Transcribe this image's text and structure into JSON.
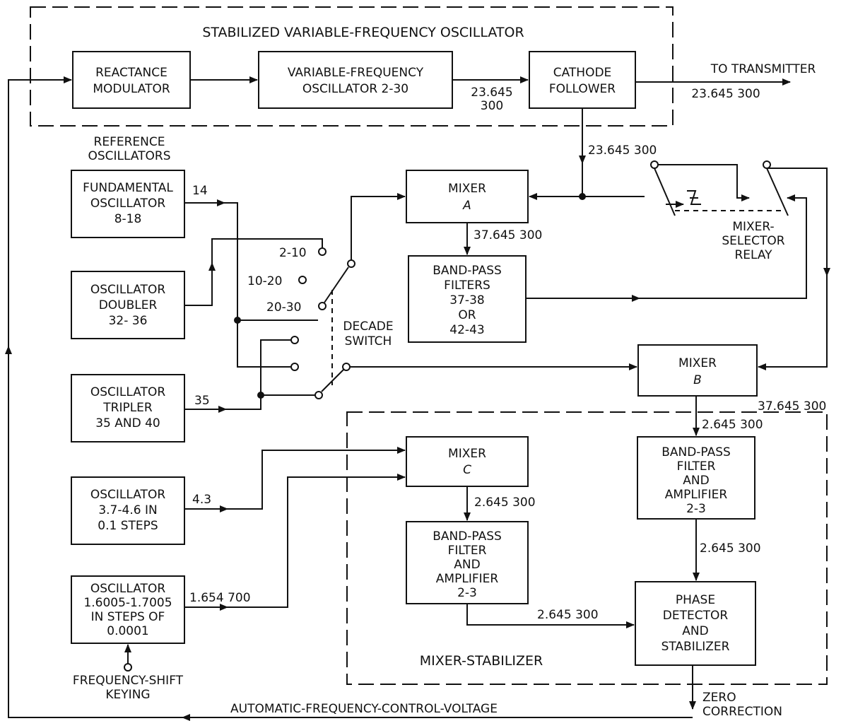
{
  "groups": {
    "vfo_title": "STABILIZED VARIABLE-FREQUENCY OSCILLATOR",
    "reference_title": [
      "REFERENCE",
      "OSCILLATORS"
    ],
    "mixer_stabilizer_title": "MIXER-STABILIZER"
  },
  "blocks": {
    "reactance_modulator": [
      "REACTANCE",
      "MODULATOR"
    ],
    "vfo": [
      "VARIABLE-FREQUENCY",
      "OSCILLATOR 2-30"
    ],
    "cathode_follower": [
      "CATHODE",
      "FOLLOWER"
    ],
    "fundamental_osc": [
      "FUNDAMENTAL",
      "OSCILLATOR",
      "8-18"
    ],
    "osc_doubler": [
      "OSCILLATOR",
      "DOUBLER",
      "32- 36"
    ],
    "osc_tripler": [
      "OSCILLATOR",
      "TRIPLER",
      "35 AND 40"
    ],
    "osc_step": [
      "OSCILLATOR",
      "3.7-4.6 IN",
      "0.1 STEPS"
    ],
    "osc_fine": [
      "OSCILLATOR",
      "1.6005-1.7005",
      "IN STEPS OF",
      "0.0001"
    ],
    "mixer_a": [
      "MIXER",
      "A"
    ],
    "bpf_a": [
      "BAND-PASS",
      "FILTERS",
      "37-38",
      "OR",
      "42-43"
    ],
    "mixer_b": [
      "MIXER",
      "B"
    ],
    "mixer_c": [
      "MIXER",
      "C"
    ],
    "bpf_b": [
      "BAND-PASS",
      "FILTER",
      "AND",
      "AMPLIFIER",
      "2-3"
    ],
    "bpf_c": [
      "BAND-PASS",
      "FILTER",
      "AND",
      "AMPLIFIER",
      "2-3"
    ],
    "phase_detector": [
      "PHASE",
      "DETECTOR",
      "AND",
      "STABILIZER"
    ]
  },
  "labels": {
    "to_transmitter": "TO TRANSMITTER",
    "tx_freq": "23.645 300",
    "vfo_out_1": "23.645",
    "vfo_out_2": "300",
    "cf_down": "23.645 300",
    "mixer_a_out": "37.645 300",
    "mixer_b_in": "37.645 300",
    "mixer_b_out": "2.645 300",
    "bpf_b_out": "2.645 300",
    "mixer_c_out": "2.645 300",
    "bpf_c_out": "2.645 300",
    "fund_out": "14",
    "tripler_out": "35",
    "step_out": "4.3",
    "fine_out": "1.654 700",
    "pos_2_10": "2-10",
    "pos_10_20": "10-20",
    "pos_20_30": "20-30",
    "decade_switch": [
      "DECADE",
      "SWITCH"
    ],
    "relay": [
      "MIXER-",
      "SELECTOR",
      "RELAY"
    ],
    "fsk": [
      "FREQUENCY-SHIFT",
      "KEYING"
    ],
    "afc": "AUTOMATIC-FREQUENCY-CONTROL-VOLTAGE",
    "zero_correction": [
      "ZERO",
      "CORRECTION"
    ]
  }
}
